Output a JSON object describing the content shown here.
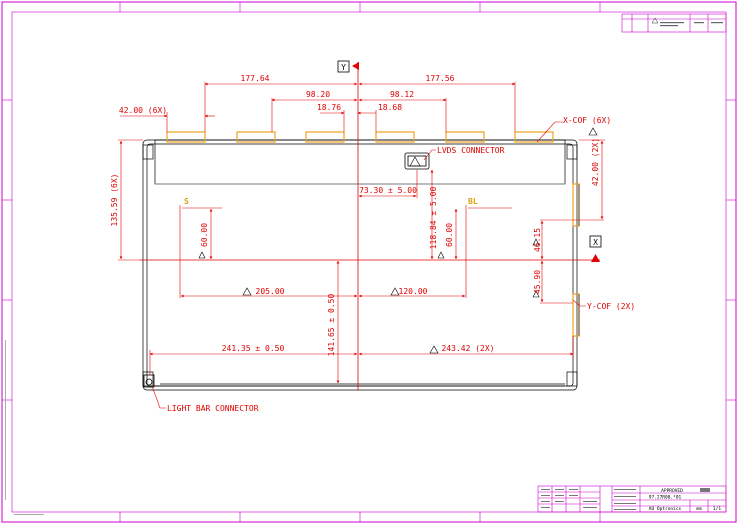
{
  "colors": {
    "border": "#cc00cc",
    "dimension": "#e00000",
    "outline": "#000000",
    "cof": "#f0a020",
    "label_yellow": "#d8a000"
  },
  "axes": {
    "x_label": "X",
    "y_label": "Y"
  },
  "dimensions": {
    "top_left_pitch": "177.64",
    "top_right_pitch": "177.56",
    "mid_left": "98.20",
    "mid_right": "98.12",
    "inner_left": "18.76",
    "inner_right": "18.68",
    "cof_pitch": "42.00 (6X)",
    "left_vertical": "135.59 (6X)",
    "right_vertical_top": "42.00 (2X)",
    "lvds_offset": "73.30 ± 5.00",
    "lvds_height": "118.84 ± 5.00",
    "s_height": "60.00",
    "bl_height": "60.00",
    "right_upper": "46.15",
    "right_lower": "45.90",
    "width_205": "205.00",
    "width_120": "120.00",
    "center_height": "141.65 ± 0.50",
    "bottom_left": "241.35 ± 0.50",
    "bottom_right": "243.42 (2X)"
  },
  "labels": {
    "x_cof": "X-COF (6X)",
    "y_cof": "Y-COF (2X)",
    "lvds_connector": "LVDS CONNECTOR",
    "light_bar_connector": "LIGHT BAR CONNECTOR",
    "s_mark": "S",
    "bl_mark": "BL",
    "flag_mark": "A"
  },
  "title_block": {
    "approved": "APPROVED",
    "part_number": "97.27R08.*01",
    "company": "AU Optronics",
    "unit": "mm",
    "sheet": "1/1"
  }
}
